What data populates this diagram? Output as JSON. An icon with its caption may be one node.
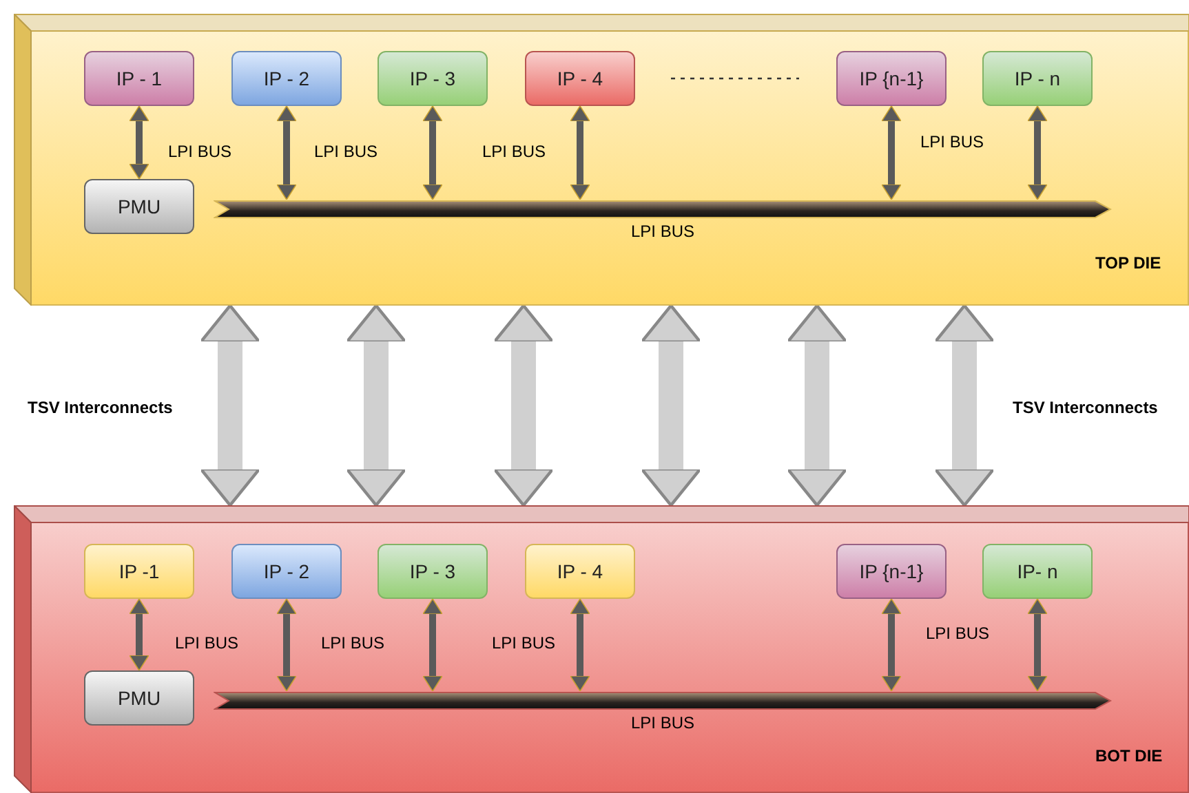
{
  "diagram": {
    "nodes": [
      {
        "text": [
          "TOP DIE"
        ]
      },
      {
        "text": [
          "IP - 1"
        ],
        "in": 0
      },
      {
        "text": [
          "IP - 2"
        ],
        "in": 0
      },
      {
        "text": [
          "IP - 3"
        ],
        "in": 0
      },
      {
        "text": [
          "IP - 4"
        ],
        "in": 0
      },
      {
        "text": [
          "IP {n-1}"
        ],
        "in": 0
      },
      {
        "text": [
          "IP - n"
        ],
        "in": 0
      },
      {
        "text": [
          "PMU"
        ],
        "in": 0
      },
      {
        "text": [
          "LPI BUS"
        ],
        "in": 0
      },
      {
        "text": [
          "BOT DIE"
        ]
      },
      {
        "text": [
          "IP -1"
        ],
        "in": 9
      },
      {
        "text": [
          "IP - 2"
        ],
        "in": 9
      },
      {
        "text": [
          "IP - 3"
        ],
        "in": 9
      },
      {
        "text": [
          "IP - 4"
        ],
        "in": 9
      },
      {
        "text": [
          "IP {n-1}"
        ],
        "in": 9
      },
      {
        "text": [
          "IP- n"
        ],
        "in": 9
      },
      {
        "text": [
          "PMU"
        ],
        "in": 9
      },
      {
        "text": [
          "LPI BUS"
        ],
        "in": 9
      }
    ],
    "edges": [
      {
        "from": 1,
        "to": 7,
        "arrow": "both",
        "label": "LPI BUS"
      },
      {
        "from": 2,
        "to": 8,
        "arrow": "both",
        "label": "LPI BUS"
      },
      {
        "from": 3,
        "to": 8,
        "arrow": "both"
      },
      {
        "from": 4,
        "to": 8,
        "arrow": "both",
        "label": "LPI BUS"
      },
      {
        "from": 5,
        "to": 8,
        "arrow": "both",
        "label": "LPI BUS"
      },
      {
        "from": 6,
        "to": 8,
        "arrow": "both"
      },
      {
        "from": 10,
        "to": 16,
        "arrow": "both",
        "label": "LPI BUS"
      },
      {
        "from": 11,
        "to": 17,
        "arrow": "both",
        "label": "LPI BUS"
      },
      {
        "from": 12,
        "to": 17,
        "arrow": "both"
      },
      {
        "from": 13,
        "to": 17,
        "arrow": "both",
        "label": "LPI BUS"
      },
      {
        "from": 14,
        "to": 17,
        "arrow": "both",
        "label": "LPI BUS"
      },
      {
        "from": 15,
        "to": 17,
        "arrow": "both"
      },
      {
        "from": 0,
        "to": 9,
        "arrow": "both",
        "style": "thick",
        "color": "#d0d0d0"
      },
      {
        "from": 0,
        "to": 9,
        "arrow": "both",
        "style": "thick",
        "color": "#d0d0d0"
      },
      {
        "from": 0,
        "to": 9,
        "arrow": "both",
        "style": "thick",
        "color": "#d0d0d0"
      },
      {
        "from": 0,
        "to": 9,
        "arrow": "both",
        "style": "thick",
        "color": "#d0d0d0"
      },
      {
        "from": 0,
        "to": 9,
        "arrow": "both",
        "style": "thick",
        "color": "#d0d0d0"
      },
      {
        "from": 0,
        "to": 9,
        "arrow": "both",
        "style": "thick",
        "color": "#d0d0d0"
      }
    ],
    "labels": [
      "TSV Interconnects",
      "TSV Interconnects"
    ]
  }
}
